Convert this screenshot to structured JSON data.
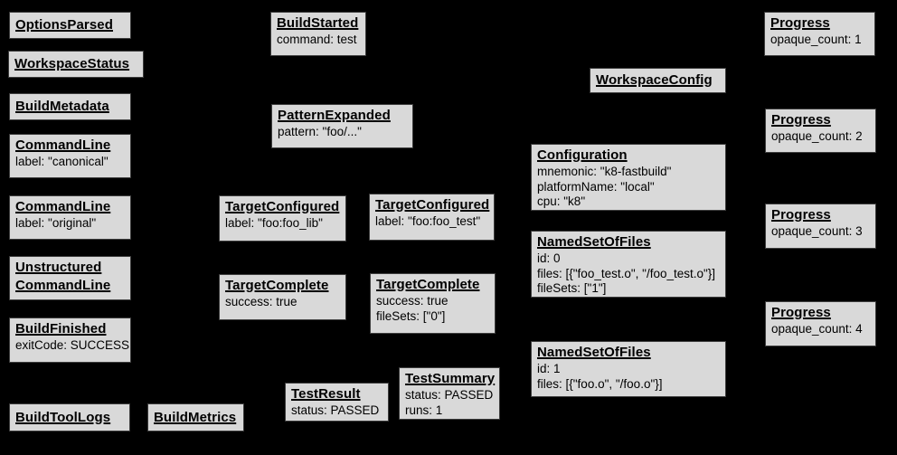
{
  "colors": {
    "background": "#000000",
    "box_fill": "#d9d9d9",
    "box_border": "#3d3d3d",
    "text": "#000000"
  },
  "diagram": {
    "nodes": [
      {
        "title": "OptionsParsed",
        "lines": []
      },
      {
        "title": "WorkspaceStatus",
        "lines": []
      },
      {
        "title": "BuildMetadata",
        "lines": []
      },
      {
        "title": "CommandLine",
        "lines": [
          "label: \"canonical\""
        ]
      },
      {
        "title": "CommandLine",
        "lines": [
          "label: \"original\""
        ]
      },
      {
        "title": "Unstructured CommandLine",
        "lines": []
      },
      {
        "title": "BuildFinished",
        "lines": [
          "exitCode: SUCCESS"
        ]
      },
      {
        "title": "BuildToolLogs",
        "lines": []
      },
      {
        "title": "BuildMetrics",
        "lines": []
      },
      {
        "title": "BuildStarted",
        "lines": [
          "command: test"
        ]
      },
      {
        "title": "PatternExpanded",
        "lines": [
          "pattern: \"foo/...\""
        ]
      },
      {
        "title": "TargetConfigured",
        "lines": [
          "label: \"foo:foo_lib\""
        ]
      },
      {
        "title": "TargetConfigured",
        "lines": [
          "label: \"foo:foo_test\""
        ]
      },
      {
        "title": "TargetComplete",
        "lines": [
          "success: true"
        ]
      },
      {
        "title": "TargetComplete",
        "lines": [
          "success: true",
          "fileSets: [\"0\"]"
        ]
      },
      {
        "title": "TestResult",
        "lines": [
          "status: PASSED"
        ]
      },
      {
        "title": "TestSummary",
        "lines": [
          "status: PASSED",
          "runs: 1"
        ]
      },
      {
        "title": "WorkspaceConfig",
        "lines": []
      },
      {
        "title": "Configuration",
        "lines": [
          "mnemonic: \"k8-fastbuild\"",
          "platformName: \"local\"",
          "cpu: \"k8\""
        ]
      },
      {
        "title": "NamedSetOfFiles",
        "lines": [
          "id: 0",
          "files: [{\"foo_test.o\", \"/foo_test.o\"}]",
          "fileSets: [\"1\"]"
        ]
      },
      {
        "title": "NamedSetOfFiles",
        "lines": [
          "id: 1",
          "files: [{\"foo.o\", \"/foo.o\"}]"
        ]
      },
      {
        "title": "Progress",
        "lines": [
          "opaque_count: 1"
        ]
      },
      {
        "title": "Progress",
        "lines": [
          "opaque_count: 2"
        ]
      },
      {
        "title": "Progress",
        "lines": [
          "opaque_count: 3"
        ]
      },
      {
        "title": "Progress",
        "lines": [
          "opaque_count: 4"
        ]
      }
    ]
  }
}
